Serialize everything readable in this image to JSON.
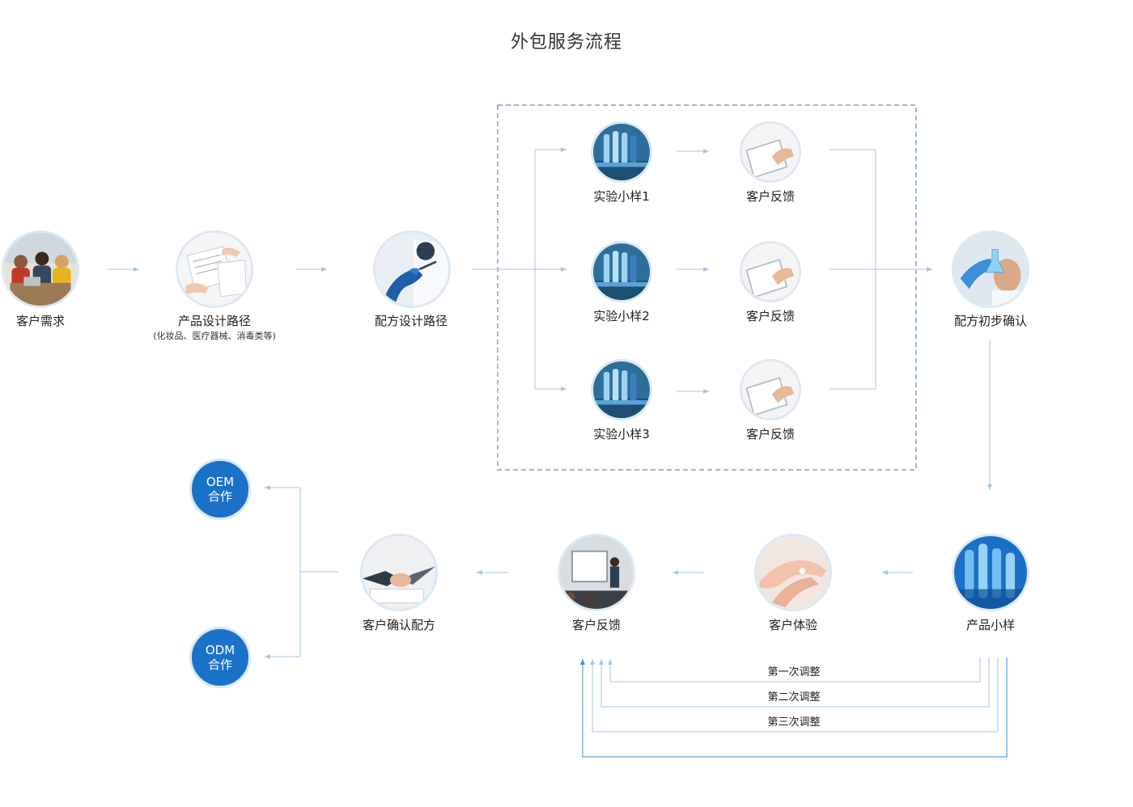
{
  "title": "外包服务流程",
  "nodes": {
    "customer_demand": "客户需求",
    "product_design": "产品设计路径",
    "product_design_sub": "(化妆品、医疗器械、消毒类等)",
    "formula_design": "配方设计路径",
    "sample1": "实验小样1",
    "sample2": "实验小样2",
    "sample3": "实验小样3",
    "feedback1": "客户反馈",
    "feedback2": "客户反馈",
    "feedback3": "客户反馈",
    "formula_confirm": "配方初步确认",
    "product_sample": "产品小样",
    "customer_experience": "客户体验",
    "customer_feedback": "客户反馈",
    "customer_confirm": "客户确认配方"
  },
  "coop": {
    "oem_line1": "OEM",
    "oem_line2": "合作",
    "odm_line1": "ODM",
    "odm_line2": "合作"
  },
  "adjustments": [
    "第一次调整",
    "第二次调整",
    "第三次调整"
  ],
  "colors": {
    "line": "#a9c6df",
    "dash": "#9bbad6",
    "accent": "#1b72c9"
  }
}
